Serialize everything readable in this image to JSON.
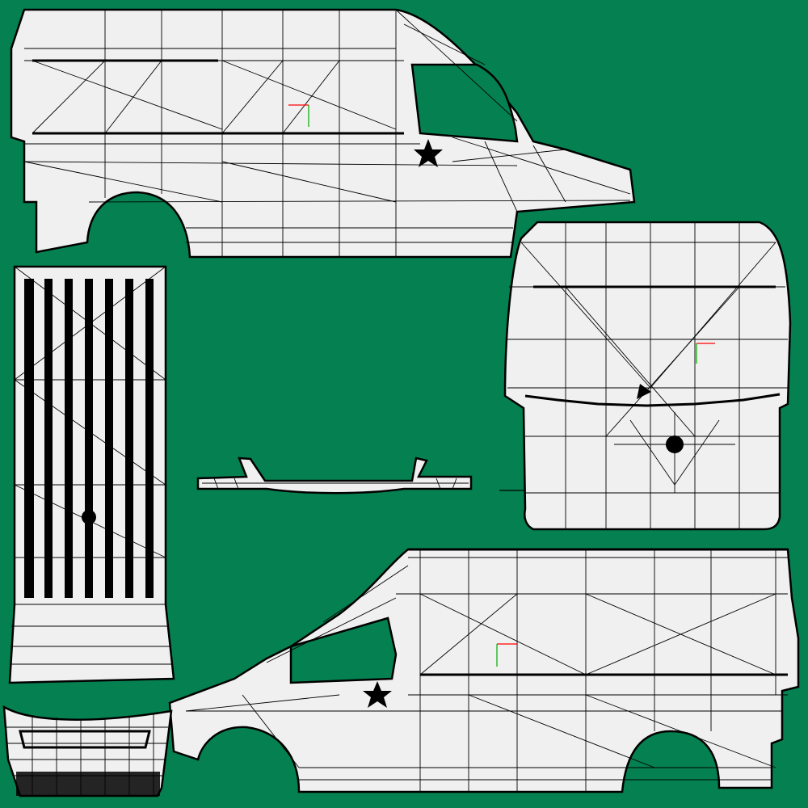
{
  "canvas": {
    "background_color": "#058050",
    "panel_fill": "#f0f0f0",
    "wire_color": "#000000"
  },
  "parts": [
    {
      "id": "side-left",
      "icon": "van-side-panel"
    },
    {
      "id": "roof",
      "icon": "van-roof-panel"
    },
    {
      "id": "rear",
      "icon": "van-rear-panel"
    },
    {
      "id": "bumper-strip",
      "icon": "bumper-trim"
    },
    {
      "id": "side-right",
      "icon": "van-side-panel"
    },
    {
      "id": "front-grille",
      "icon": "grille-panel"
    }
  ],
  "axis_gizmo_colors": {
    "x": "#ff0000",
    "y": "#00aa00"
  }
}
